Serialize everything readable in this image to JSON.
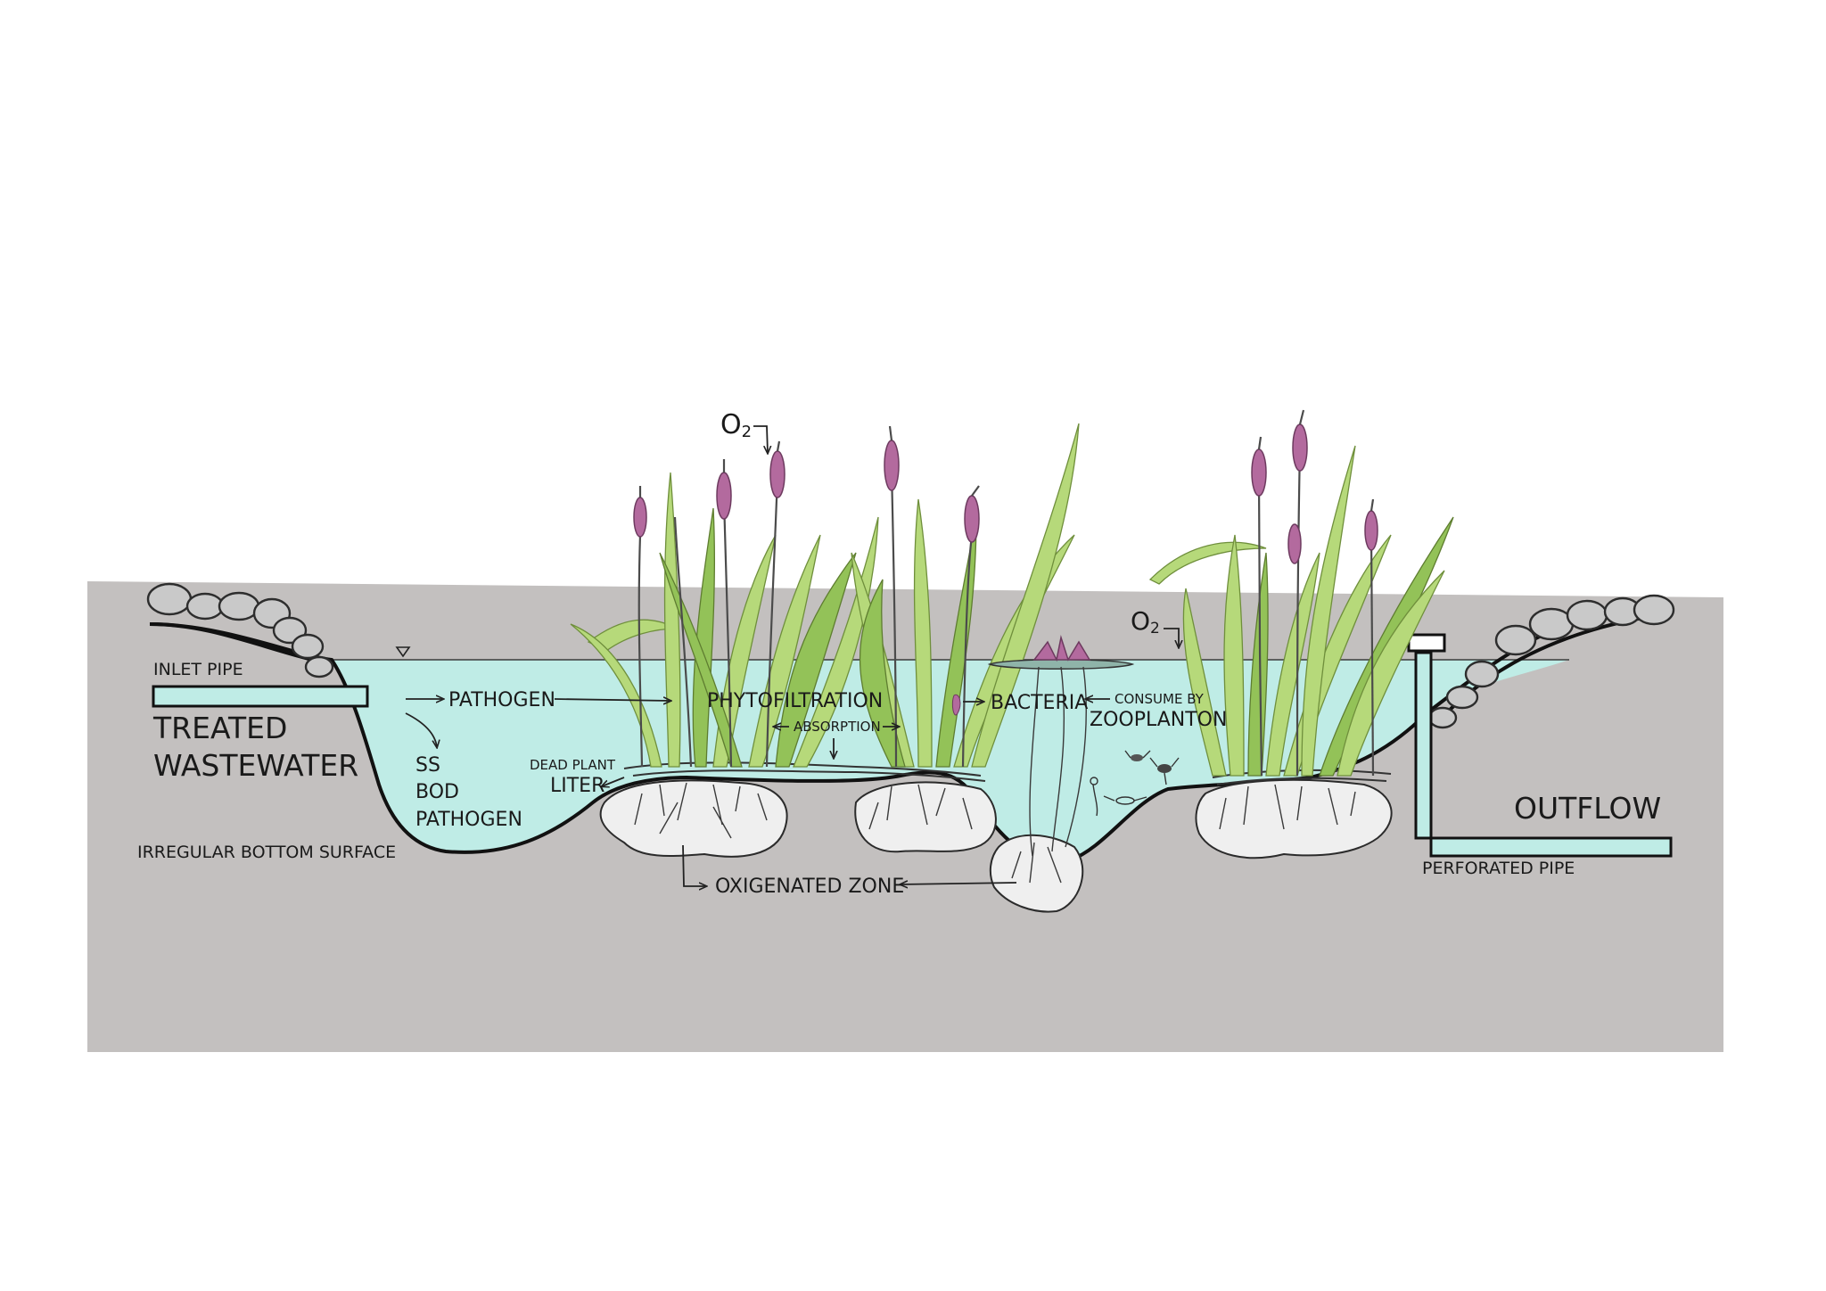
{
  "labels": {
    "inlet_pipe": "INLET PIPE",
    "treated_1": "TREATED",
    "treated_2": "WASTEWATER",
    "pathogen": "PATHOGEN",
    "ss": "SS",
    "bod": "BOD",
    "pathogen_2": "PATHOGEN",
    "irregular_bottom": "IRREGULAR BOTTOM SURFACE",
    "dead_plant": "DEAD PLANT",
    "liter": "LITER",
    "phytofiltration": "PHYTOFILTRATION",
    "absorption": "ABSORPTION",
    "oxigenated_zone": "OXIGENATED ZONE",
    "bacteria": "BACTERIA",
    "consume_by": "CONSUME BY",
    "zooplanton": "ZOOPLANTON",
    "o2_left_main": "O",
    "o2_left_sub": "2",
    "o2_right_main": "O",
    "o2_right_sub": "2",
    "outflow": "OUTFLOW",
    "perforated_pipe": "PERFORATED PIPE"
  },
  "colors": {
    "ground": "#c3c0bf",
    "water": "#bfece6",
    "plant_leaf": "#b6d97a",
    "cattail": "#b36a9e",
    "rock": "#c9c9c9"
  }
}
